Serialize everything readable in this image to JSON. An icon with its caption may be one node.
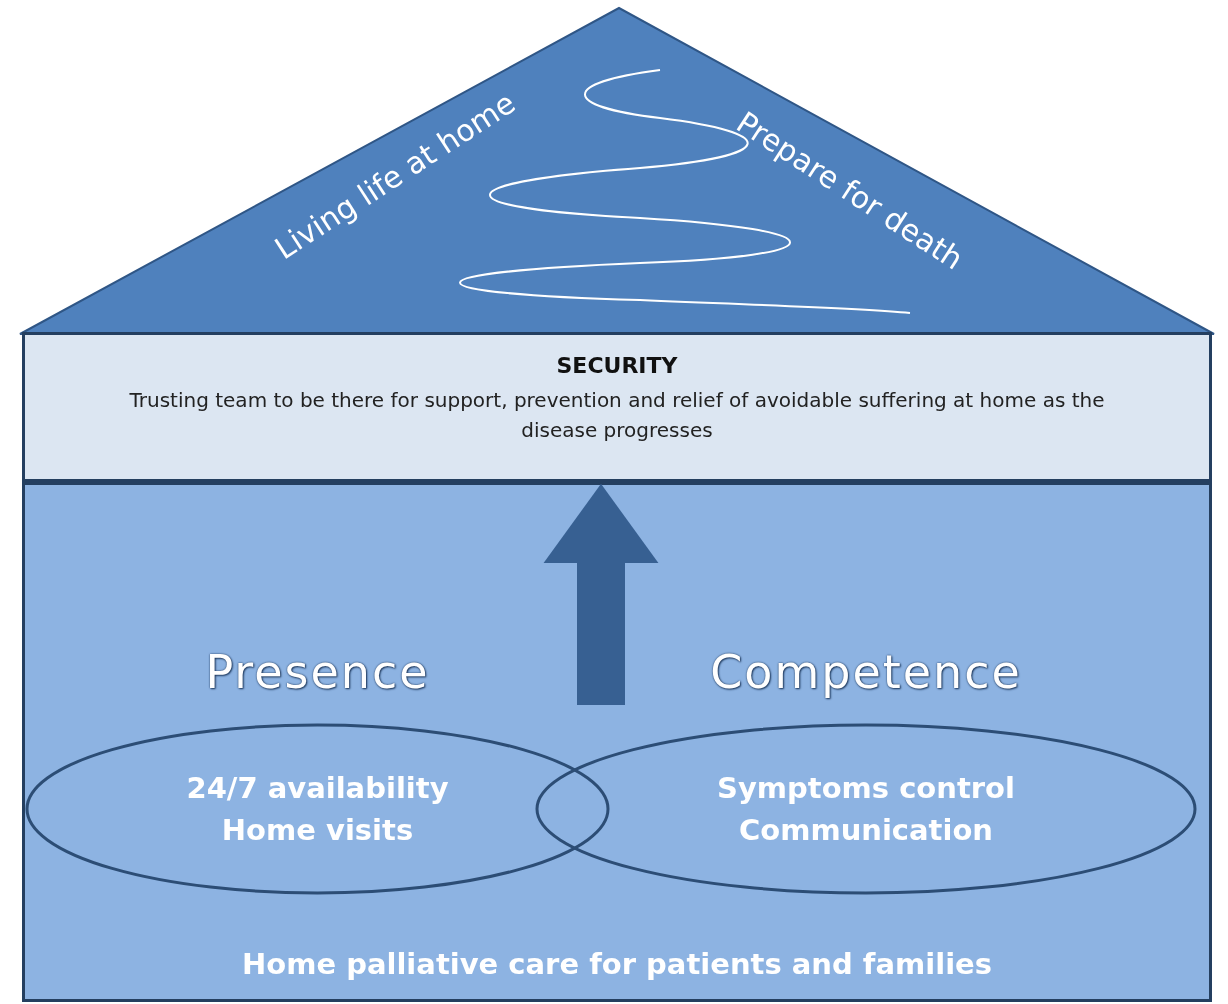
{
  "diagram": {
    "nodes": [
      {
        "text": [
          "Living life at home",
          "Prepare for death"
        ]
      },
      {
        "text": [
          "SECURITY",
          "Trusting team to be there for support, prevention and relief of avoidable suffering at home as the disease progresses"
        ]
      },
      {
        "text": [
          "Home palliative care for patients and families"
        ]
      },
      {
        "text": [
          "Presence",
          "24/7 availability Home visits"
        ],
        "in": 2
      },
      {
        "text": [
          "Competence",
          "Symptoms control Communication"
        ],
        "in": 2
      }
    ],
    "edges": [
      {
        "from": null,
        "to": 1,
        "arrow": "to"
      }
    ]
  }
}
